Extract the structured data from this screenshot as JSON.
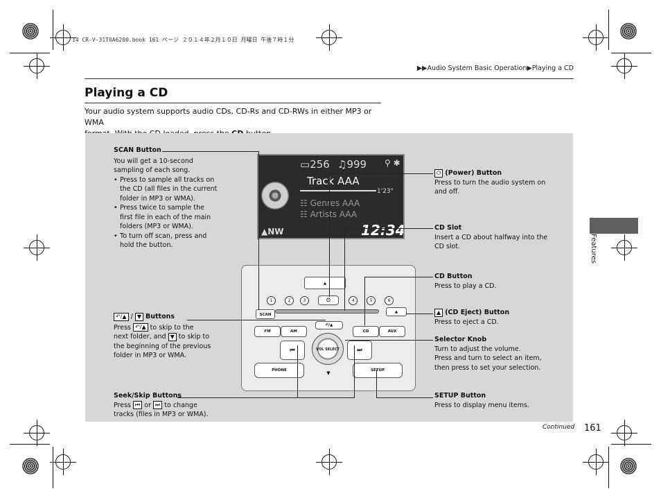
{
  "file_line": "14 CR-V-31T0A6200.book  161 ページ  ２０１４年２月１０日  月曜日  午後７時１分",
  "breadcrumb": {
    "marker": "▶▶",
    "path1": "Audio System Basic Operation",
    "sep": "▶",
    "path2": "Playing a CD"
  },
  "title": "Playing a CD",
  "intro": {
    "line1": "Your audio system supports audio CDs, CD-Rs and CD-RWs in either MP3 or WMA",
    "line2_pre": "format. With the CD loaded, press the ",
    "line2_bold": "CD",
    "line2_post": " button."
  },
  "side_tab": "Features",
  "page_number": "161",
  "continued": "Continued",
  "display": {
    "folder": "256",
    "track_no": "999",
    "track": "Track AAA",
    "time": "1'23\"",
    "genre": "Genres AAA",
    "artist": "Artists AAA",
    "compass": "NW",
    "clock": "12:34"
  },
  "unit": {
    "scan": "SCAN",
    "presets": [
      "1",
      "2",
      "3",
      "4",
      "5",
      "6"
    ],
    "fm": "FM",
    "am": "AM",
    "cd": "CD",
    "aux": "AUX",
    "phone": "PHONE",
    "setup": "SETUP",
    "knob": "VOL SELECT",
    "back": "↶/▲",
    "down": "▼",
    "prev": "⏮",
    "next": "⏭",
    "eject": "▲",
    "power": "⏻"
  },
  "labels": {
    "scan": {
      "title": "SCAN Button",
      "desc": "You will get a 10-second sampling of each song.",
      "b1": "Press to sample all tracks on the CD (all files in the current folder in MP3 or WMA).",
      "b2": "Press twice to sample the first file in each of the main folders (MP3 or WMA).",
      "b3": "To turn off scan, press and hold the button."
    },
    "folder": {
      "title": "Buttons",
      "slash": "/",
      "t1": "Press",
      "t2": "to skip to the",
      "t3": "next folder, and",
      "t4": "to skip to",
      "t5": "the beginning of the previous",
      "t6": "folder in MP3 or WMA."
    },
    "seek": {
      "title": "Seek/Skip Buttons",
      "t1": "Press",
      "or": "or",
      "t2": "to change",
      "t3": "tracks (files in MP3 or WMA)."
    },
    "power": {
      "title": "(Power) Button",
      "desc": "Press to turn the audio system on and off."
    },
    "slot": {
      "title": "CD Slot",
      "desc": "Insert a CD about halfway into the CD slot."
    },
    "cd": {
      "title": "CD Button",
      "desc": "Press to play a CD."
    },
    "eject": {
      "title": "(CD Eject) Button",
      "desc": "Press to eject a CD."
    },
    "knob": {
      "title": "Selector Knob",
      "d1": "Turn to adjust the volume.",
      "d2": "Press and turn to select an item, then press to set your selection."
    },
    "setup": {
      "title": "SETUP Button",
      "desc": "Press to display menu items."
    }
  }
}
